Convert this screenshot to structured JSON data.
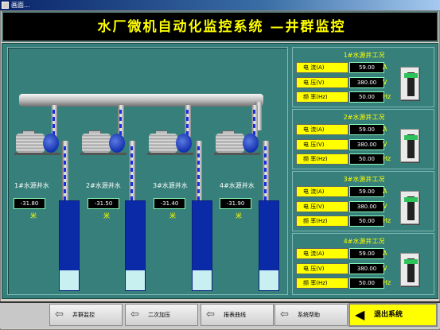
{
  "window": {
    "title": "画面..."
  },
  "header": {
    "title": "水厂微机自动化监控系统 —井群监控"
  },
  "wells": [
    {
      "label": "1#水源井水",
      "reading": "-31.80",
      "unit": "米",
      "level_fraction": 0.22
    },
    {
      "label": "2#水源井水",
      "reading": "-31.50",
      "unit": "米",
      "level_fraction": 0.22
    },
    {
      "label": "3#水源井水",
      "reading": "-31.40",
      "unit": "米",
      "level_fraction": 0.22
    },
    {
      "label": "4#水源井水",
      "reading": "-31.90",
      "unit": "米",
      "level_fraction": 0.22
    }
  ],
  "panels": [
    {
      "title": "1#水源井工况",
      "rows": [
        {
          "label": "电 流(A)",
          "value": "59.00",
          "unit": "A"
        },
        {
          "label": "电 压(V)",
          "value": "380.00",
          "unit": "V"
        },
        {
          "label": "频 率(Hz)",
          "value": "50.00",
          "unit": "Hz"
        }
      ]
    },
    {
      "title": "2#水源井工况",
      "rows": [
        {
          "label": "电 流(A)",
          "value": "59.00",
          "unit": "A"
        },
        {
          "label": "电 压(V)",
          "value": "380.00",
          "unit": "V"
        },
        {
          "label": "频 率(Hz)",
          "value": "50.00",
          "unit": "Hz"
        }
      ]
    },
    {
      "title": "3#水源井工况",
      "rows": [
        {
          "label": "电 流(A)",
          "value": "59.00",
          "unit": "A"
        },
        {
          "label": "电 压(V)",
          "value": "380.00",
          "unit": "V"
        },
        {
          "label": "频 率(Hz)",
          "value": "50.00",
          "unit": "Hz"
        }
      ]
    },
    {
      "title": "4#水源井工况",
      "rows": [
        {
          "label": "电 流(A)",
          "value": "59.00",
          "unit": "A"
        },
        {
          "label": "电 压(V)",
          "value": "380.00",
          "unit": "V"
        },
        {
          "label": "频 率(Hz)",
          "value": "50.00",
          "unit": "Hz"
        }
      ]
    }
  ],
  "nav": {
    "b0": "井群监控",
    "b1": "二次加压",
    "b2": "报表曲线",
    "b3": "系统帮助",
    "exit": "退出系统"
  }
}
